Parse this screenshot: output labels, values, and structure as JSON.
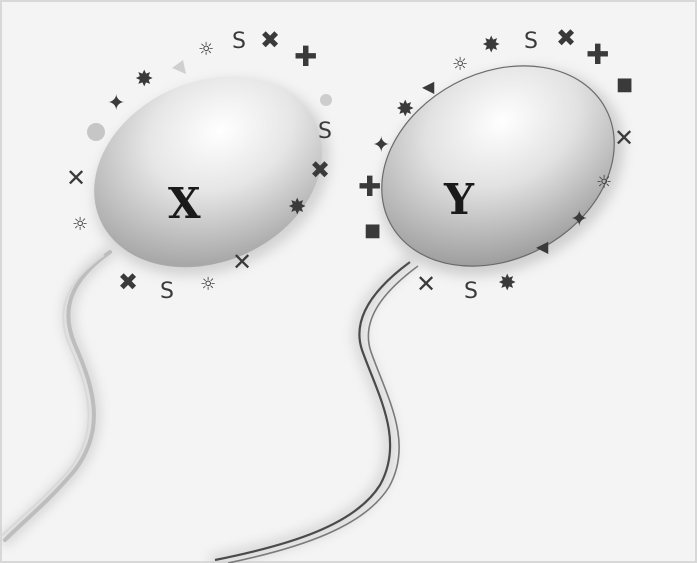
{
  "cells": [
    {
      "id": "cell-x",
      "label": "X"
    },
    {
      "id": "cell-y",
      "label": "Y"
    }
  ],
  "marker_letter": "S",
  "colors": {
    "background": "#f2f2f2",
    "cell_fill": "#d4d4d4",
    "marker": "#3a3a3a",
    "tail": "#555555"
  }
}
